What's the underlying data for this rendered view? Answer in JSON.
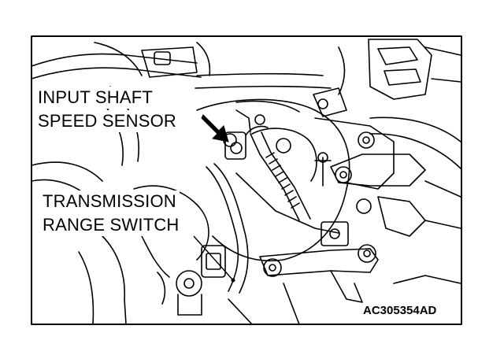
{
  "callouts": {
    "input_shaft_speed_sensor": {
      "line1": "INPUT SHAFT",
      "line2": "SPEED SENSOR"
    },
    "transmission_range_switch": {
      "line1": "TRANSMISSION",
      "line2": "RANGE SWITCH"
    }
  },
  "figure_code": "AC305354AD",
  "colors": {
    "ink": "#000000",
    "paper": "#ffffff"
  }
}
